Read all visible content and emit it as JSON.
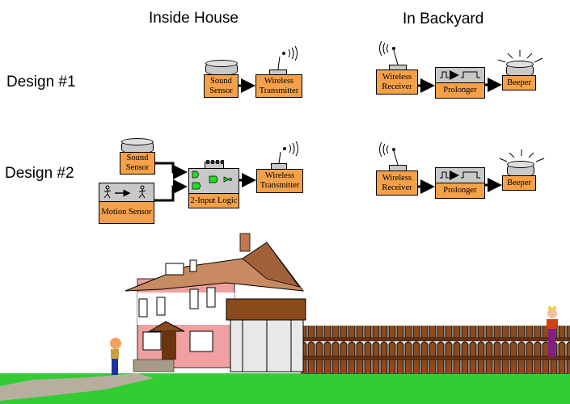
{
  "headers": {
    "inside_house": "Inside House",
    "in_backyard": "In Backyard"
  },
  "designs": [
    {
      "label": "Design #1",
      "inside": {
        "sound_sensor": "Sound Sensor",
        "transmitter": "Wireless Transmitter"
      },
      "backyard": {
        "receiver": "Wireless Receiver",
        "prolonger": "Prolonger",
        "beeper": "Beeper"
      }
    },
    {
      "label": "Design #2",
      "inside": {
        "sound_sensor": "Sound Sensor",
        "motion_sensor": "Motion Sensor",
        "logic": "2-Input Logic",
        "transmitter": "Wireless Transmitter"
      },
      "backyard": {
        "receiver": "Wireless Receiver",
        "prolonger": "Prolonger",
        "beeper": "Beeper"
      }
    }
  ],
  "colors": {
    "component_fill": "#f4a14a",
    "component_top": "#c8c8c8",
    "logic_gate": "#22dd22",
    "grass": "#33cc33",
    "fence": "#8b4a1c",
    "house_wall": "#f0a0a0",
    "roof": "#c88a60"
  }
}
